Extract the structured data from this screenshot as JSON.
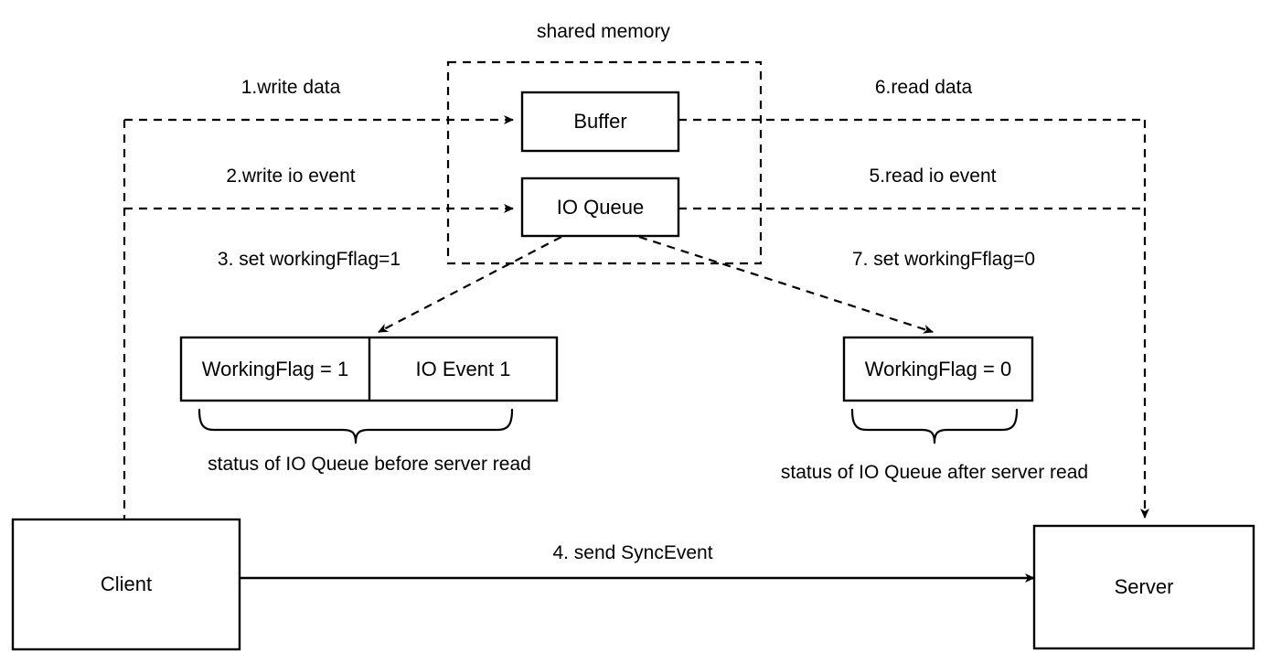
{
  "diagram": {
    "title": "shared memory",
    "background_color": "#ffffff",
    "stroke_color": "#000000",
    "container": {
      "label": "shared memory",
      "style": "dashed"
    },
    "nodes": {
      "buffer": {
        "label": "Buffer"
      },
      "io_queue": {
        "label": "IO Queue"
      },
      "client": {
        "label": "Client"
      },
      "server": {
        "label": "Server"
      },
      "working_flag_before": {
        "label": "WorkingFlag = 1"
      },
      "io_event_before": {
        "label": "IO Event 1"
      },
      "working_flag_after": {
        "label": "WorkingFlag = 0"
      }
    },
    "captions": {
      "before_read": "status of IO Queue before server read",
      "after_read": "status of IO Queue after server read"
    },
    "steps": [
      {
        "id": "1",
        "label": "1.write data"
      },
      {
        "id": "2",
        "label": "2.write io event"
      },
      {
        "id": "3",
        "label": "3. set workingFflag=1"
      },
      {
        "id": "4",
        "label": "4. send SyncEvent"
      },
      {
        "id": "5",
        "label": "5.read io event"
      },
      {
        "id": "6",
        "label": "6.read data"
      },
      {
        "id": "7",
        "label": "7. set workingFflag=0"
      }
    ]
  }
}
